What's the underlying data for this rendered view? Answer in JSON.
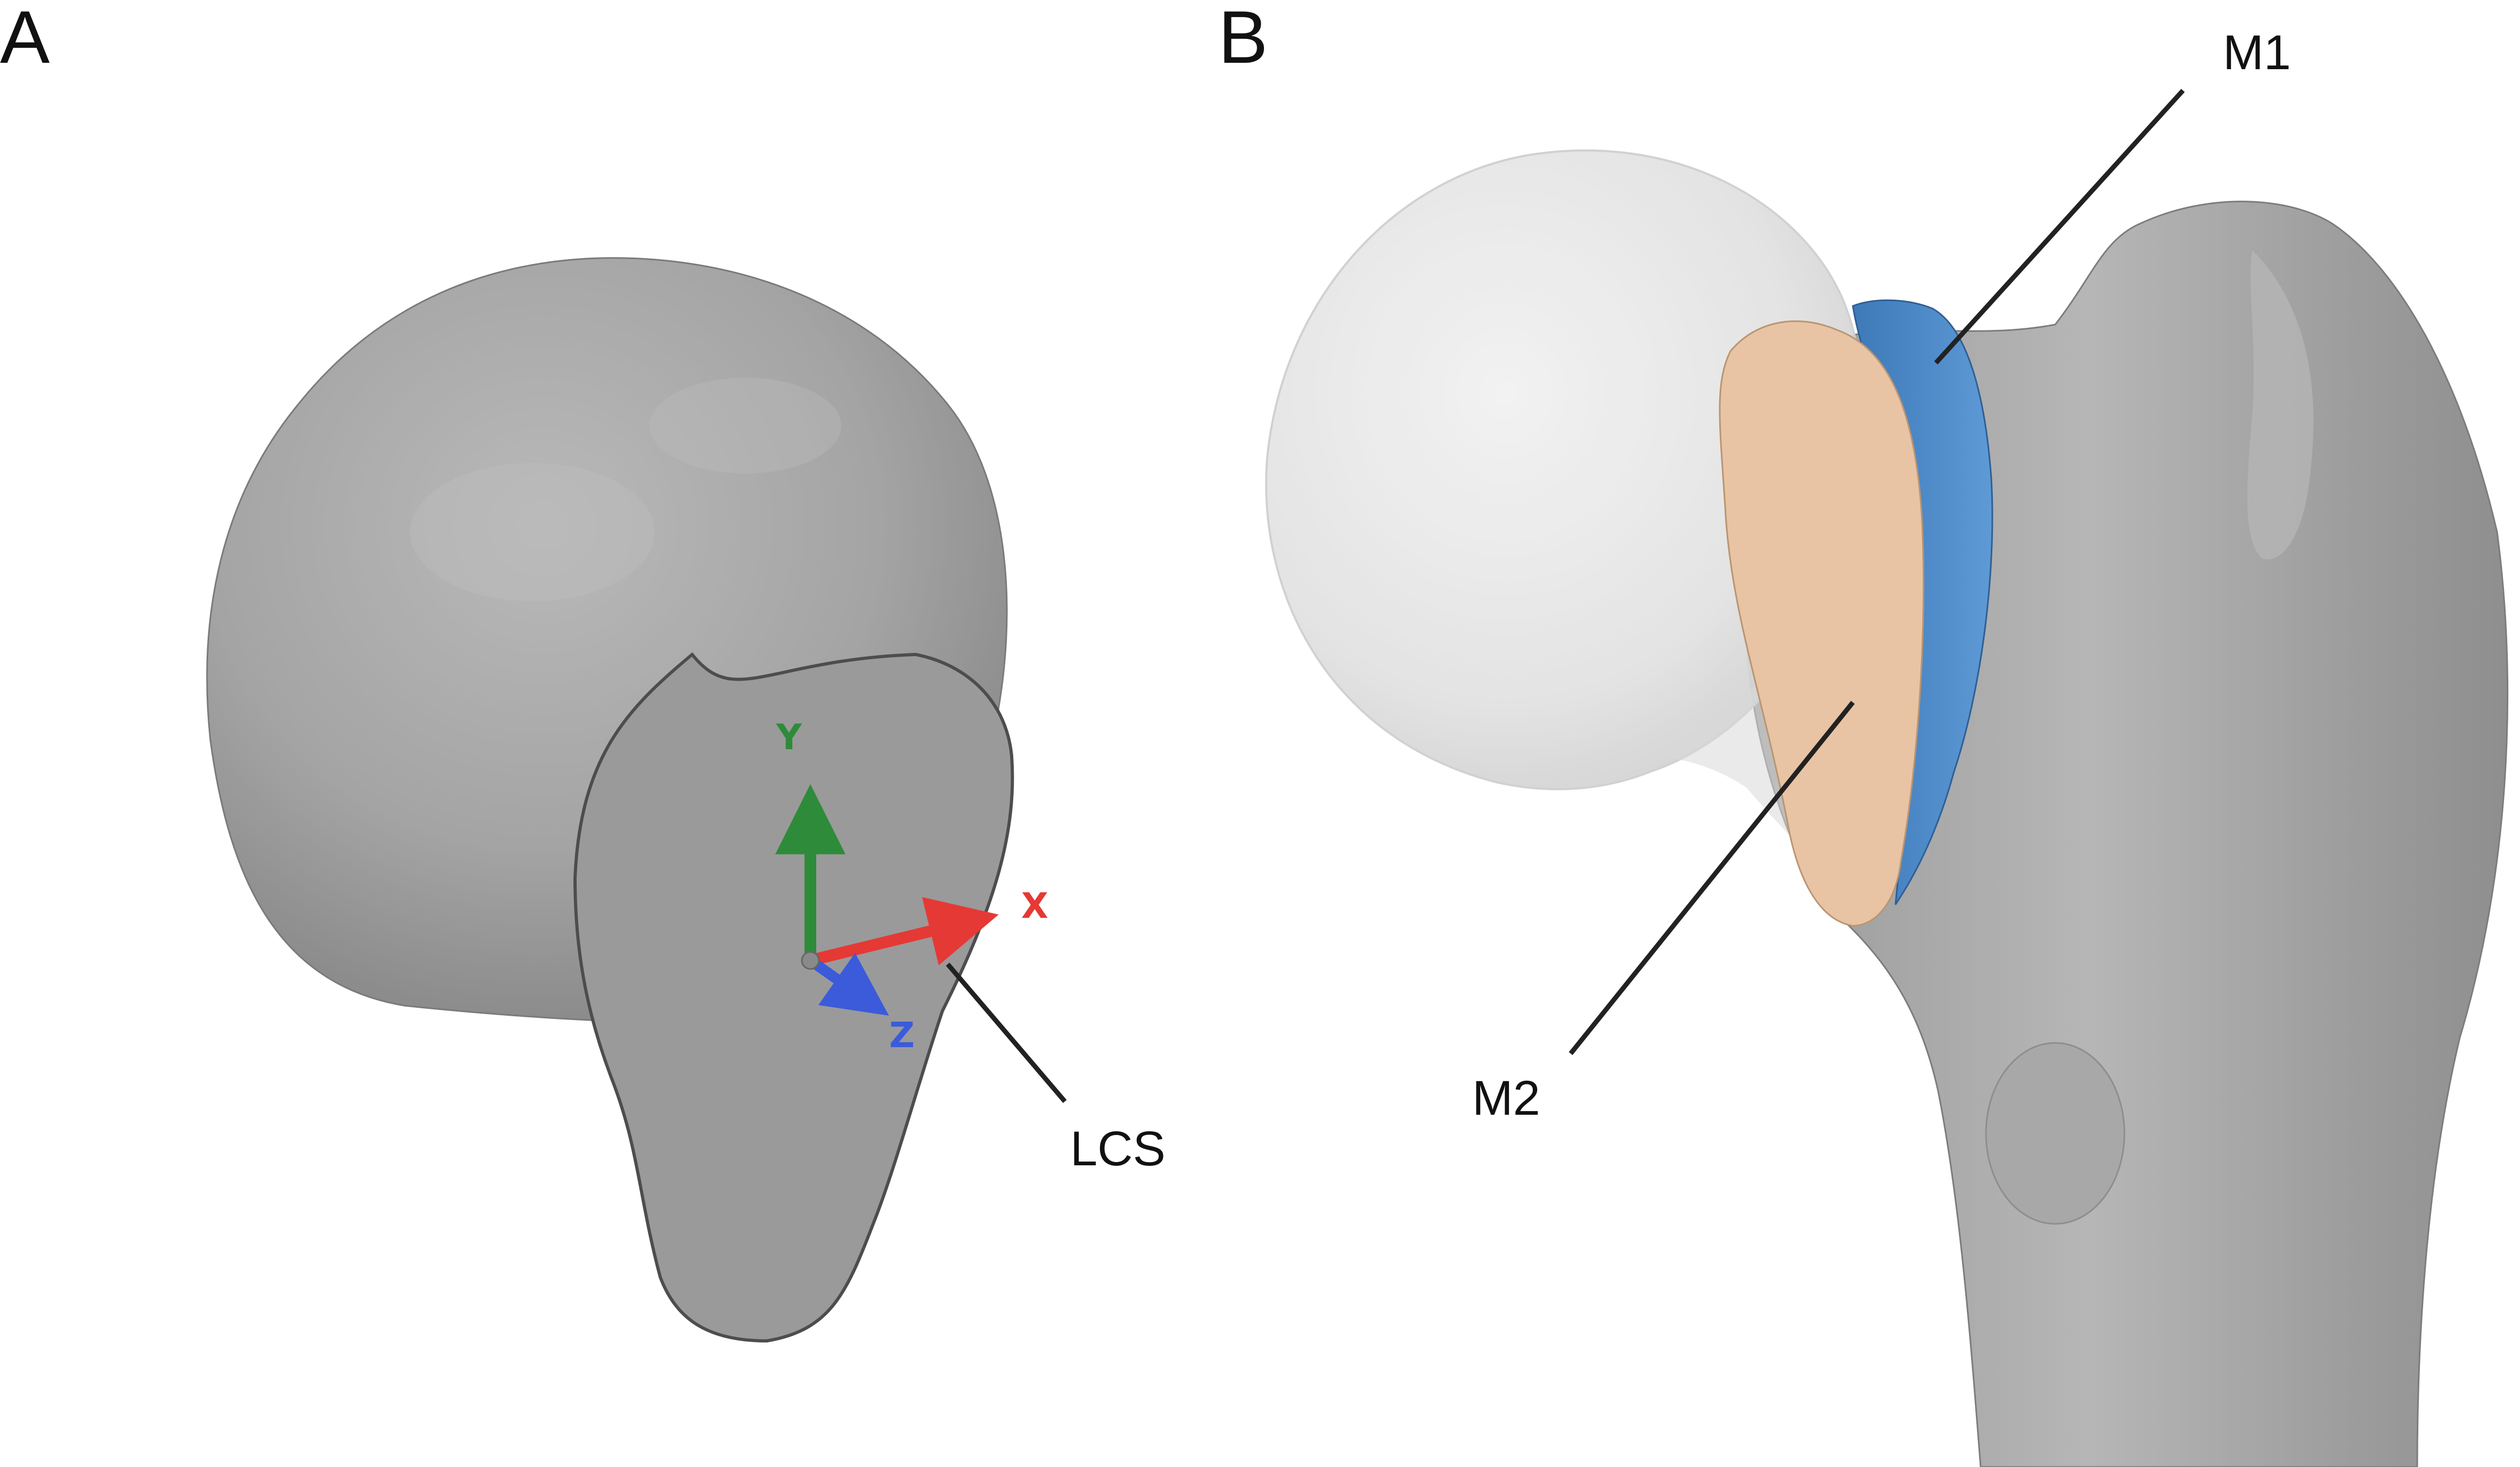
{
  "panel_a": {
    "letter": "A",
    "callout": "LCS",
    "axes": {
      "x": "X",
      "y": "Y",
      "z": "Z"
    }
  },
  "panel_b": {
    "letter": "B",
    "callout_m1": "M1",
    "callout_m2": "M2"
  },
  "colors": {
    "bone": "#a9a9a9",
    "cut_face": "#999999",
    "translucent_head": "#dedede",
    "region_m1": "#4a86c4",
    "region_m2": "#e8c4a4",
    "axis_x": "#e53935",
    "axis_y": "#2e8b3a",
    "axis_z": "#3b5bdb"
  }
}
